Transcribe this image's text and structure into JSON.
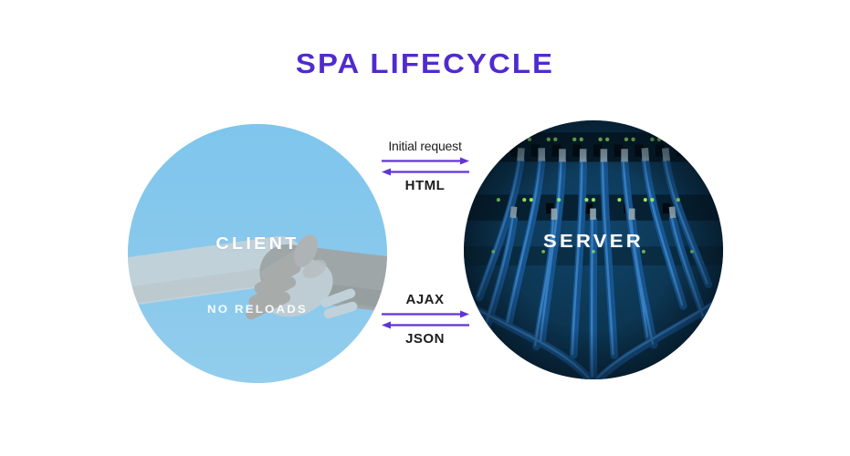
{
  "title": "SPA LIFECYCLE",
  "client_circle": {
    "label": "CLIENT",
    "sublabel": "NO RELOADS"
  },
  "server_circle": {
    "label": "SERVER"
  },
  "flows": [
    {
      "request_label": "Initial request",
      "response_label": "HTML"
    },
    {
      "request_label": "AJAX",
      "response_label": "JSON"
    }
  ],
  "colors": {
    "title_purple": "#4f2bce",
    "arrow_purple": "#6133da",
    "label_text": "#1d1d1f",
    "client_tint_blue": "#8ed1f3",
    "server_dark_blue": "#0b2e48",
    "cable_blue": "#17548f",
    "led_green": "#90e55f"
  }
}
